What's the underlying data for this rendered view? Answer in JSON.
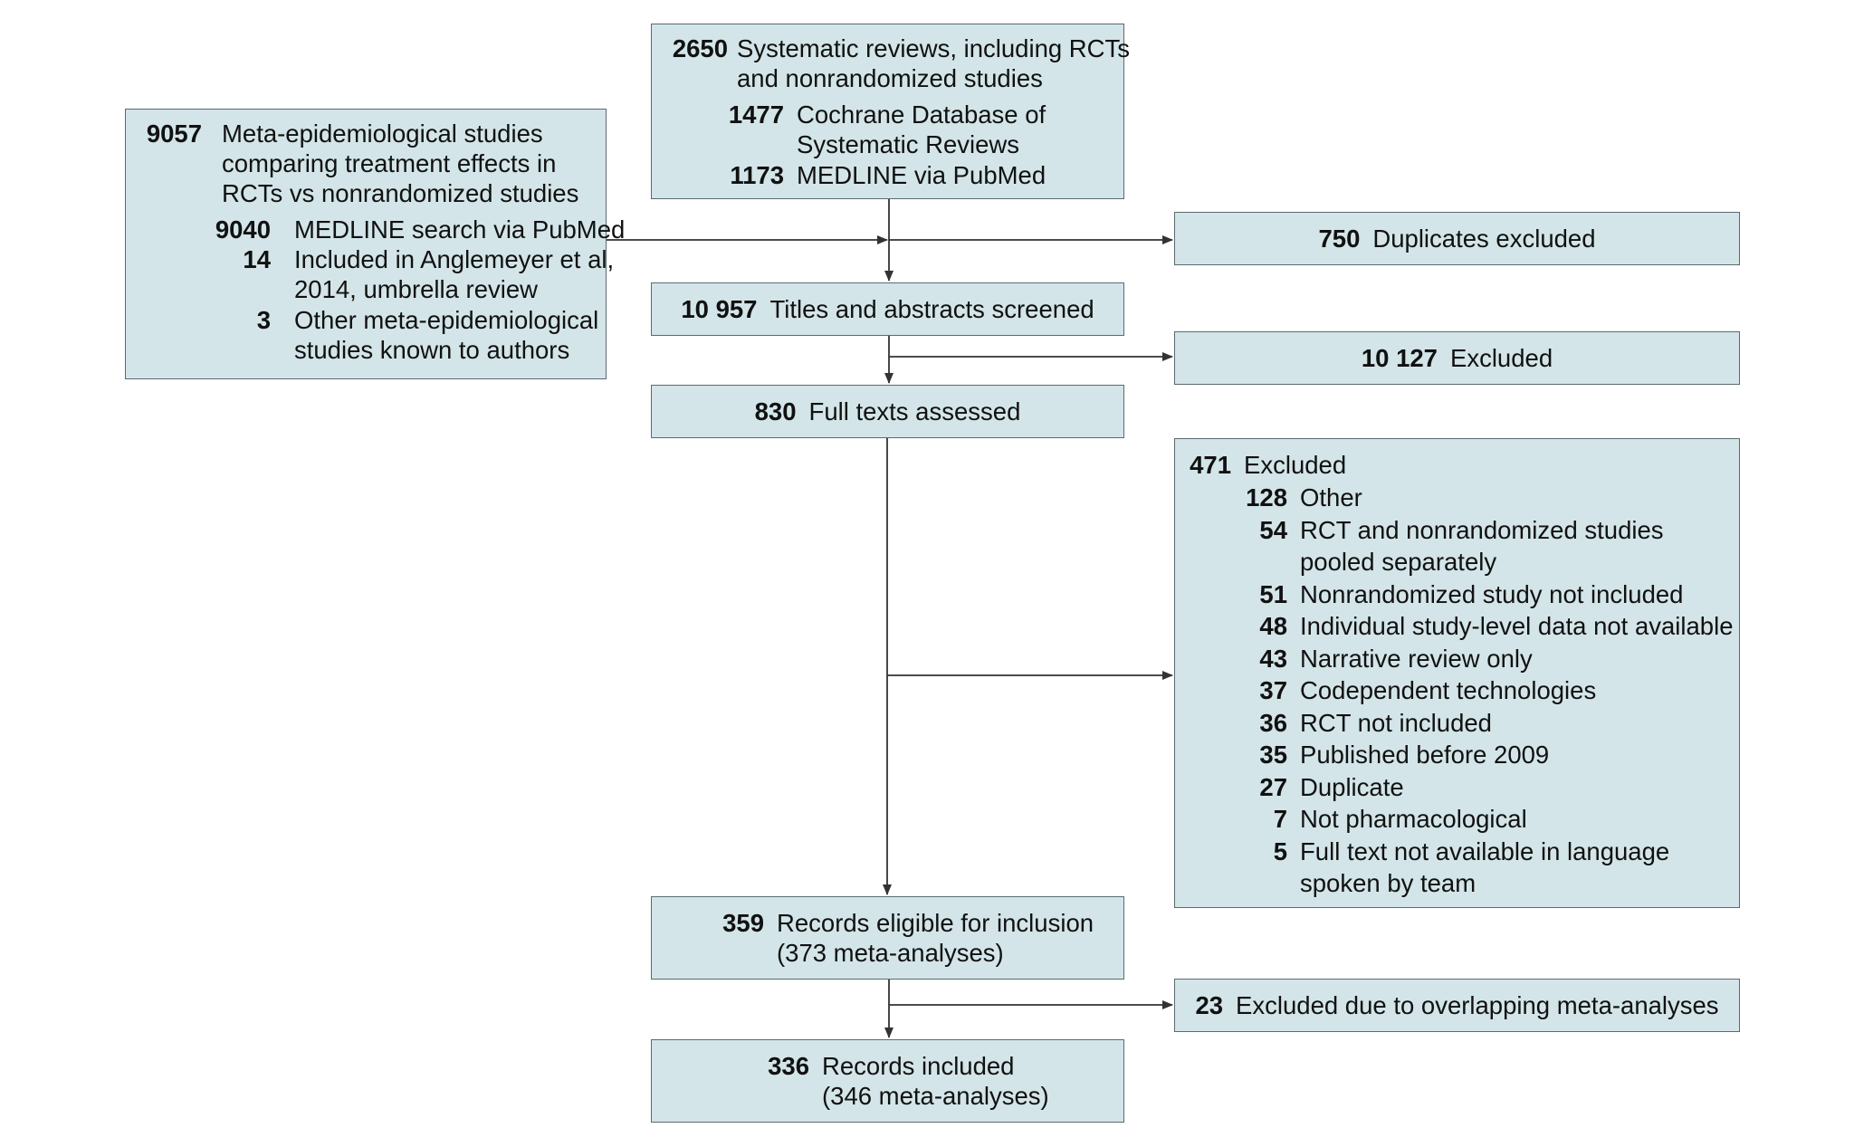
{
  "boxes": {
    "left": {
      "lines": [
        {
          "n": "9057",
          "t": "Meta-epidemiological studies"
        },
        {
          "n": "",
          "t": "comparing treatment effects in"
        },
        {
          "n": "",
          "t": "RCTs vs nonrandomized studies"
        }
      ],
      "sub": [
        {
          "n": "9040",
          "t": "MEDLINE search via PubMed"
        },
        {
          "n": "14",
          "t": "Included in Anglemeyer et al,"
        },
        {
          "n": "",
          "t": "2014, umbrella review"
        },
        {
          "n": "3",
          "t": "Other meta-epidemiological"
        },
        {
          "n": "",
          "t": "studies known to authors"
        }
      ]
    },
    "top": {
      "lines": [
        {
          "n": "2650",
          "t": "Systematic reviews, including RCTs"
        },
        {
          "n": "",
          "t": "and nonrandomized studies"
        }
      ],
      "sub": [
        {
          "n": "1477",
          "t": "Cochrane Database of"
        },
        {
          "n": "",
          "t": "Systematic Reviews"
        },
        {
          "n": "1173",
          "t": "MEDLINE via PubMed"
        }
      ]
    },
    "duplicates": {
      "n": "750",
      "t": "Duplicates excluded"
    },
    "screened": {
      "n": "10 957",
      "t": "Titles and abstracts screened"
    },
    "excluded1": {
      "n": "10 127",
      "t": "Excluded"
    },
    "fulltexts": {
      "n": "830",
      "t": "Full texts assessed"
    },
    "excluded2": {
      "head": {
        "n": "471",
        "t": "Excluded"
      },
      "items": [
        {
          "n": "128",
          "t": "Other"
        },
        {
          "n": "54",
          "t": "RCT and nonrandomized studies"
        },
        {
          "n": "",
          "t": "pooled separately"
        },
        {
          "n": "51",
          "t": "Nonrandomized study not included"
        },
        {
          "n": "48",
          "t": "Individual study-level data not available"
        },
        {
          "n": "43",
          "t": "Narrative review only"
        },
        {
          "n": "37",
          "t": "Codependent technologies"
        },
        {
          "n": "36",
          "t": "RCT not included"
        },
        {
          "n": "35",
          "t": "Published before 2009"
        },
        {
          "n": "27",
          "t": "Duplicate"
        },
        {
          "n": "7",
          "t": "Not pharmacological"
        },
        {
          "n": "5",
          "t": "Full text not available in language"
        },
        {
          "n": "",
          "t": "spoken by team"
        }
      ]
    },
    "eligible": {
      "lines": [
        {
          "n": "359",
          "t": "Records eligible for inclusion"
        },
        {
          "n": "",
          "t": "(373 meta-analyses)"
        }
      ]
    },
    "overlap": {
      "n": "23",
      "t": "Excluded due to overlapping meta-analyses"
    },
    "included": {
      "lines": [
        {
          "n": "336",
          "t": "Records included"
        },
        {
          "n": "",
          "t": "(346 meta-analyses)"
        }
      ]
    }
  },
  "colors": {
    "box_fill": "#d3e5e8",
    "box_border": "#5b6a70",
    "line": "#333333"
  }
}
